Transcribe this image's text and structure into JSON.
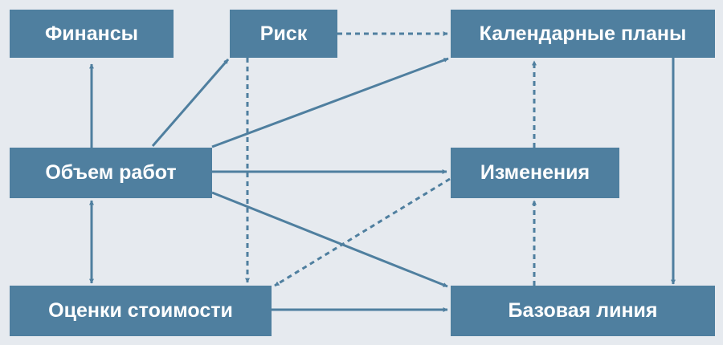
{
  "colors": {
    "background": "#e6eaef",
    "node_fill": "#4f7f9f",
    "edge": "#4f7f9f",
    "node_text": "#ffffff"
  },
  "nodes": {
    "finance": {
      "label": "Финансы"
    },
    "risk": {
      "label": "Риск"
    },
    "schedules": {
      "label": "Календарные планы"
    },
    "scope": {
      "label": "Объем работ"
    },
    "changes": {
      "label": "Изменения"
    },
    "estimates": {
      "label": "Оценки стоимости"
    },
    "baseline": {
      "label": "Базовая линия"
    }
  },
  "edges": [
    {
      "from": "scope",
      "to": "finance",
      "style": "solid",
      "direction": "forward"
    },
    {
      "from": "scope",
      "to": "risk",
      "style": "solid",
      "direction": "forward"
    },
    {
      "from": "scope",
      "to": "schedules",
      "style": "solid",
      "direction": "forward"
    },
    {
      "from": "scope",
      "to": "changes",
      "style": "solid",
      "direction": "forward"
    },
    {
      "from": "scope",
      "to": "baseline",
      "style": "solid",
      "direction": "forward"
    },
    {
      "from": "scope",
      "to": "estimates",
      "style": "solid",
      "direction": "both"
    },
    {
      "from": "risk",
      "to": "schedules",
      "style": "dashed",
      "direction": "forward"
    },
    {
      "from": "risk",
      "to": "estimates",
      "style": "dashed",
      "direction": "forward"
    },
    {
      "from": "schedules",
      "to": "baseline",
      "style": "solid",
      "direction": "forward"
    },
    {
      "from": "changes",
      "to": "schedules",
      "style": "dashed",
      "direction": "forward"
    },
    {
      "from": "changes",
      "to": "estimates",
      "style": "dashed",
      "direction": "forward"
    },
    {
      "from": "baseline",
      "to": "changes",
      "style": "dashed",
      "direction": "forward"
    },
    {
      "from": "estimates",
      "to": "baseline",
      "style": "solid",
      "direction": "forward"
    }
  ]
}
